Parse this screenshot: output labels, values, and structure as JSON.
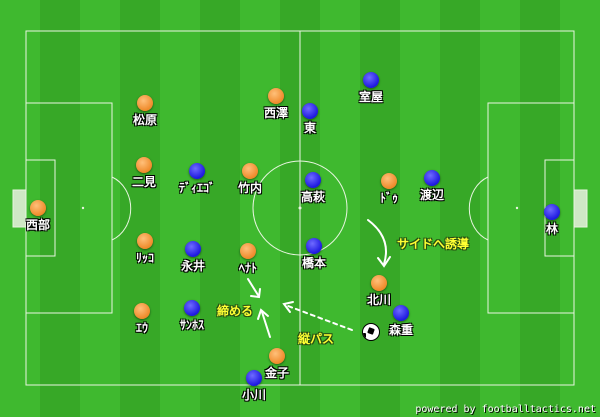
{
  "colors": {
    "grass_light": "#3fb92f",
    "grass_dark": "#37a827",
    "line": "#e8f5e0",
    "team_a": "#ef8a2a",
    "team_b": "#1d18e0",
    "annotation": "#ffff33"
  },
  "team_orange": [
    {
      "id": "o1",
      "name": "西部"
    },
    {
      "id": "o2",
      "name": "松原"
    },
    {
      "id": "o3",
      "name": "二見"
    },
    {
      "id": "o4",
      "name": "ﾘｯｺ"
    },
    {
      "id": "o5",
      "name": "ｴｳ"
    },
    {
      "id": "o6",
      "name": "西澤"
    },
    {
      "id": "o7",
      "name": "竹内"
    },
    {
      "id": "o8",
      "name": "ﾍﾅﾄ"
    },
    {
      "id": "o9",
      "name": "ﾄﾞｩ"
    },
    {
      "id": "o10",
      "name": "北川"
    },
    {
      "id": "o11",
      "name": "金子"
    }
  ],
  "team_blue": [
    {
      "id": "b1",
      "name": "林"
    },
    {
      "id": "b2",
      "name": "室屋"
    },
    {
      "id": "b3",
      "name": "東"
    },
    {
      "id": "b4",
      "name": "ﾃﾞｨｴｺﾞ"
    },
    {
      "id": "b5",
      "name": "高萩"
    },
    {
      "id": "b6",
      "name": "渡辺"
    },
    {
      "id": "b7",
      "name": "永井"
    },
    {
      "id": "b8",
      "name": "橋本"
    },
    {
      "id": "b9",
      "name": "ｻﾝﾎｽ"
    },
    {
      "id": "b10",
      "name": "森重"
    },
    {
      "id": "b11",
      "name": "小川"
    }
  ],
  "annotations": {
    "induce": "サイドへ誘導",
    "squeeze": "締める",
    "vertical_pass": "縦パス"
  },
  "credit": "powered by footballtactics.net"
}
